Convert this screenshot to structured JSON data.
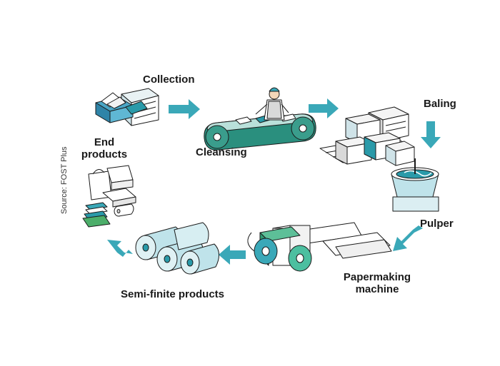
{
  "labels": {
    "collection": "Collection",
    "cleansing": "Cleansing",
    "baling": "Baling",
    "pulper": "Pulper",
    "papermaking_line1": "Papermaking",
    "papermaking_line2": "machine",
    "semi_finite": "Semi-finite products",
    "end_line1": "End",
    "end_line2": "products"
  },
  "source": "Source: FOST Plus",
  "colors": {
    "arrow": "#3aa8b8",
    "accent": "#2e9fb0",
    "outline": "#1a1a1a"
  },
  "icons": {
    "collection": "recycling-bin-with-papers",
    "cleansing": "conveyor-belt-with-worker",
    "baling": "stacked-paper-bales",
    "pulper": "pulper-vat",
    "papermaking": "papermaking-rollers",
    "semi_finite": "paper-rolls",
    "end_products": "paper-goods"
  }
}
